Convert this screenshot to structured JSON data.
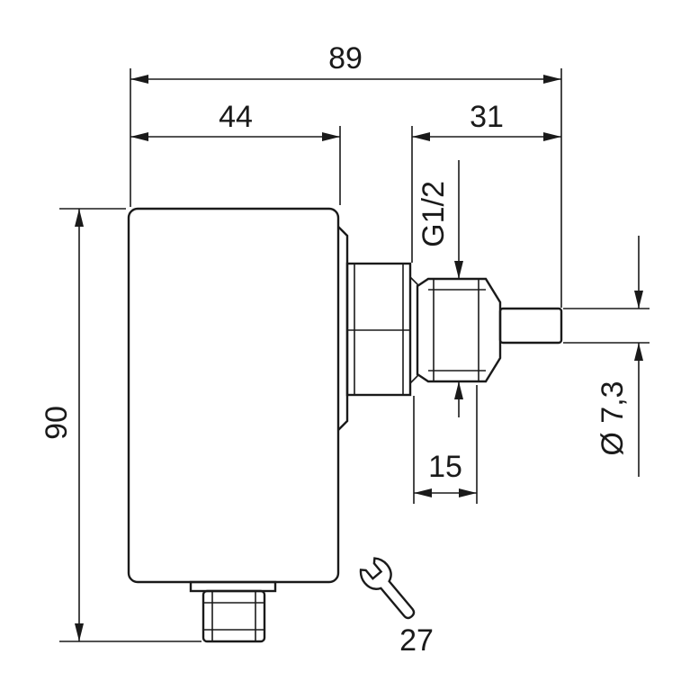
{
  "drawing": {
    "dimensions": {
      "overall_length": "89",
      "body_width": "44",
      "probe_length": "31",
      "height": "90",
      "thread": "G1/2",
      "thread_length": "15",
      "probe_diameter": "Ø 7,3",
      "wrench_size": "27"
    },
    "icons": {
      "wrench": "wrench-icon"
    }
  }
}
